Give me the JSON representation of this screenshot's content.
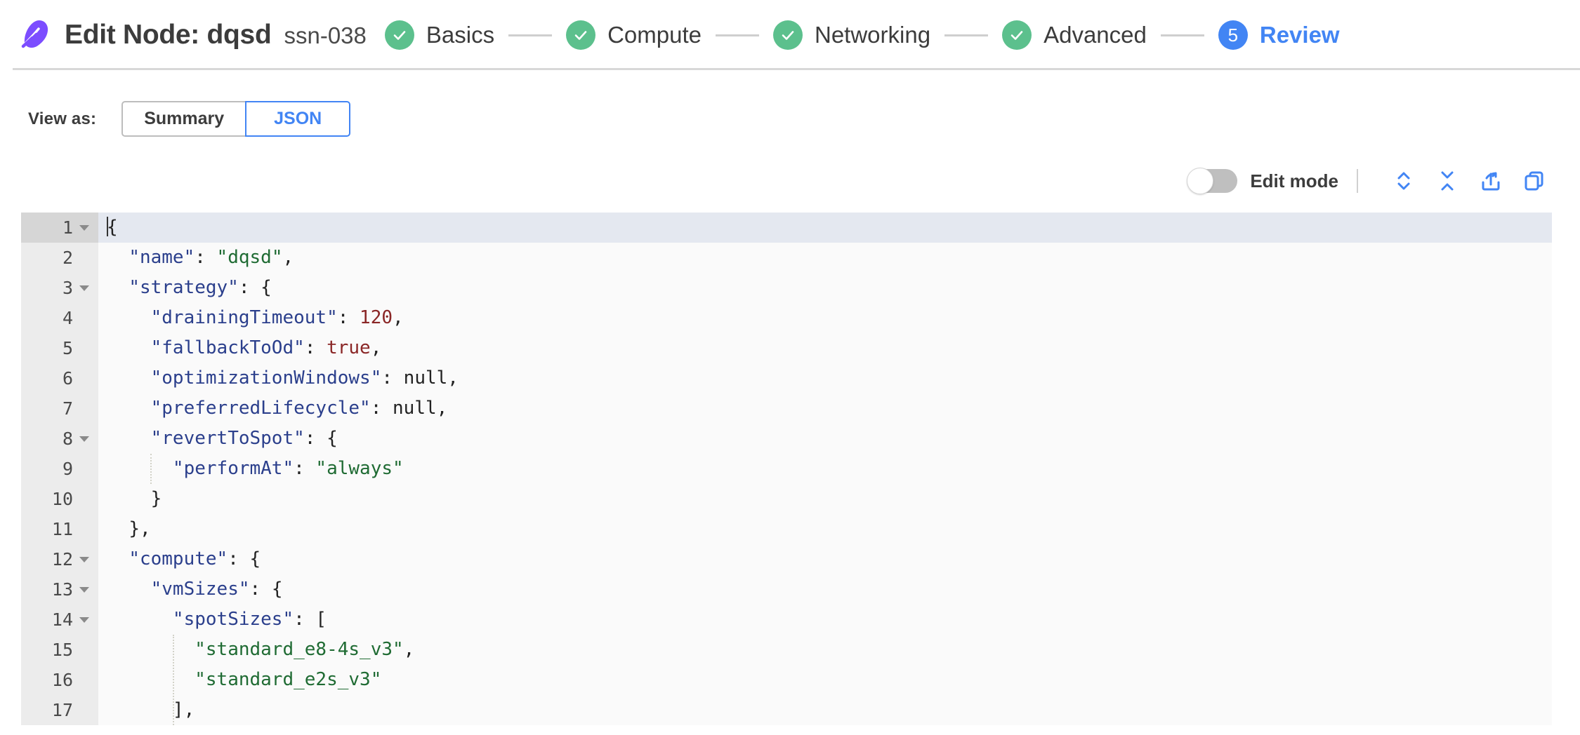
{
  "header": {
    "logo_icon": "spot-comet-logo",
    "title": "Edit Node: dqsd",
    "subtitle": "ssn-038",
    "steps": [
      {
        "label": "Basics",
        "state": "done",
        "badge": "check"
      },
      {
        "label": "Compute",
        "state": "done",
        "badge": "check"
      },
      {
        "label": "Networking",
        "state": "done",
        "badge": "check"
      },
      {
        "label": "Advanced",
        "state": "done",
        "badge": "check"
      },
      {
        "label": "Review",
        "state": "current",
        "badge": "5"
      }
    ]
  },
  "view_as": {
    "label": "View as:",
    "options": [
      "Summary",
      "JSON"
    ],
    "selected": "JSON"
  },
  "editor_toolbar": {
    "edit_mode_label": "Edit mode",
    "edit_mode_on": false,
    "buttons": [
      {
        "name": "expand-all-icon",
        "title": "Expand all"
      },
      {
        "name": "collapse-all-icon",
        "title": "Collapse all"
      },
      {
        "name": "export-icon",
        "title": "Export"
      },
      {
        "name": "copy-icon",
        "title": "Copy"
      }
    ]
  },
  "colors": {
    "brand_purple": "#7c4dff",
    "accent_blue": "#4285f4",
    "step_green": "#5cc08d",
    "json_key": "#2b3f8c",
    "json_string": "#1f6b33",
    "json_number": "#8a2626",
    "active_line": "#e4e8f0",
    "gutter": "#ececec",
    "editor_bg": "#fafafa"
  },
  "code_editor": {
    "active_line": 1,
    "lines": [
      {
        "num": 1,
        "fold": true,
        "indent": 0,
        "tokens": [
          {
            "t": "cursor"
          },
          {
            "t": "p",
            "v": "{"
          }
        ]
      },
      {
        "num": 2,
        "fold": false,
        "indent": 1,
        "tokens": [
          {
            "t": "k",
            "v": "\"name\""
          },
          {
            "t": "p",
            "v": ": "
          },
          {
            "t": "s",
            "v": "\"dqsd\""
          },
          {
            "t": "p",
            "v": ","
          }
        ]
      },
      {
        "num": 3,
        "fold": true,
        "indent": 1,
        "tokens": [
          {
            "t": "k",
            "v": "\"strategy\""
          },
          {
            "t": "p",
            "v": ": {"
          }
        ]
      },
      {
        "num": 4,
        "fold": false,
        "indent": 2,
        "tokens": [
          {
            "t": "k",
            "v": "\"drainingTimeout\""
          },
          {
            "t": "p",
            "v": ": "
          },
          {
            "t": "n",
            "v": "120"
          },
          {
            "t": "p",
            "v": ","
          }
        ]
      },
      {
        "num": 5,
        "fold": false,
        "indent": 2,
        "tokens": [
          {
            "t": "k",
            "v": "\"fallbackToOd\""
          },
          {
            "t": "p",
            "v": ": "
          },
          {
            "t": "n",
            "v": "true"
          },
          {
            "t": "p",
            "v": ","
          }
        ]
      },
      {
        "num": 6,
        "fold": false,
        "indent": 2,
        "tokens": [
          {
            "t": "k",
            "v": "\"optimizationWindows\""
          },
          {
            "t": "p",
            "v": ": null,"
          }
        ]
      },
      {
        "num": 7,
        "fold": false,
        "indent": 2,
        "tokens": [
          {
            "t": "k",
            "v": "\"preferredLifecycle\""
          },
          {
            "t": "p",
            "v": ": null,"
          }
        ]
      },
      {
        "num": 8,
        "fold": true,
        "indent": 2,
        "tokens": [
          {
            "t": "k",
            "v": "\"revertToSpot\""
          },
          {
            "t": "p",
            "v": ": {"
          }
        ]
      },
      {
        "num": 9,
        "fold": false,
        "indent": 3,
        "tokens": [
          {
            "t": "k",
            "v": "\"performAt\""
          },
          {
            "t": "p",
            "v": ": "
          },
          {
            "t": "s",
            "v": "\"always\""
          }
        ]
      },
      {
        "num": 10,
        "fold": false,
        "indent": 2,
        "tokens": [
          {
            "t": "p",
            "v": "}"
          }
        ]
      },
      {
        "num": 11,
        "fold": false,
        "indent": 1,
        "tokens": [
          {
            "t": "p",
            "v": "},"
          }
        ]
      },
      {
        "num": 12,
        "fold": true,
        "indent": 1,
        "tokens": [
          {
            "t": "k",
            "v": "\"compute\""
          },
          {
            "t": "p",
            "v": ": {"
          }
        ]
      },
      {
        "num": 13,
        "fold": true,
        "indent": 2,
        "tokens": [
          {
            "t": "k",
            "v": "\"vmSizes\""
          },
          {
            "t": "p",
            "v": ": {"
          }
        ]
      },
      {
        "num": 14,
        "fold": true,
        "indent": 3,
        "tokens": [
          {
            "t": "k",
            "v": "\"spotSizes\""
          },
          {
            "t": "p",
            "v": ": ["
          }
        ]
      },
      {
        "num": 15,
        "fold": false,
        "indent": 4,
        "tokens": [
          {
            "t": "s",
            "v": "\"standard_e8-4s_v3\""
          },
          {
            "t": "p",
            "v": ","
          }
        ]
      },
      {
        "num": 16,
        "fold": false,
        "indent": 4,
        "tokens": [
          {
            "t": "s",
            "v": "\"standard_e2s_v3\""
          }
        ]
      },
      {
        "num": 17,
        "fold": false,
        "indent": 3,
        "tokens": [
          {
            "t": "p",
            "v": "],"
          }
        ]
      }
    ]
  }
}
